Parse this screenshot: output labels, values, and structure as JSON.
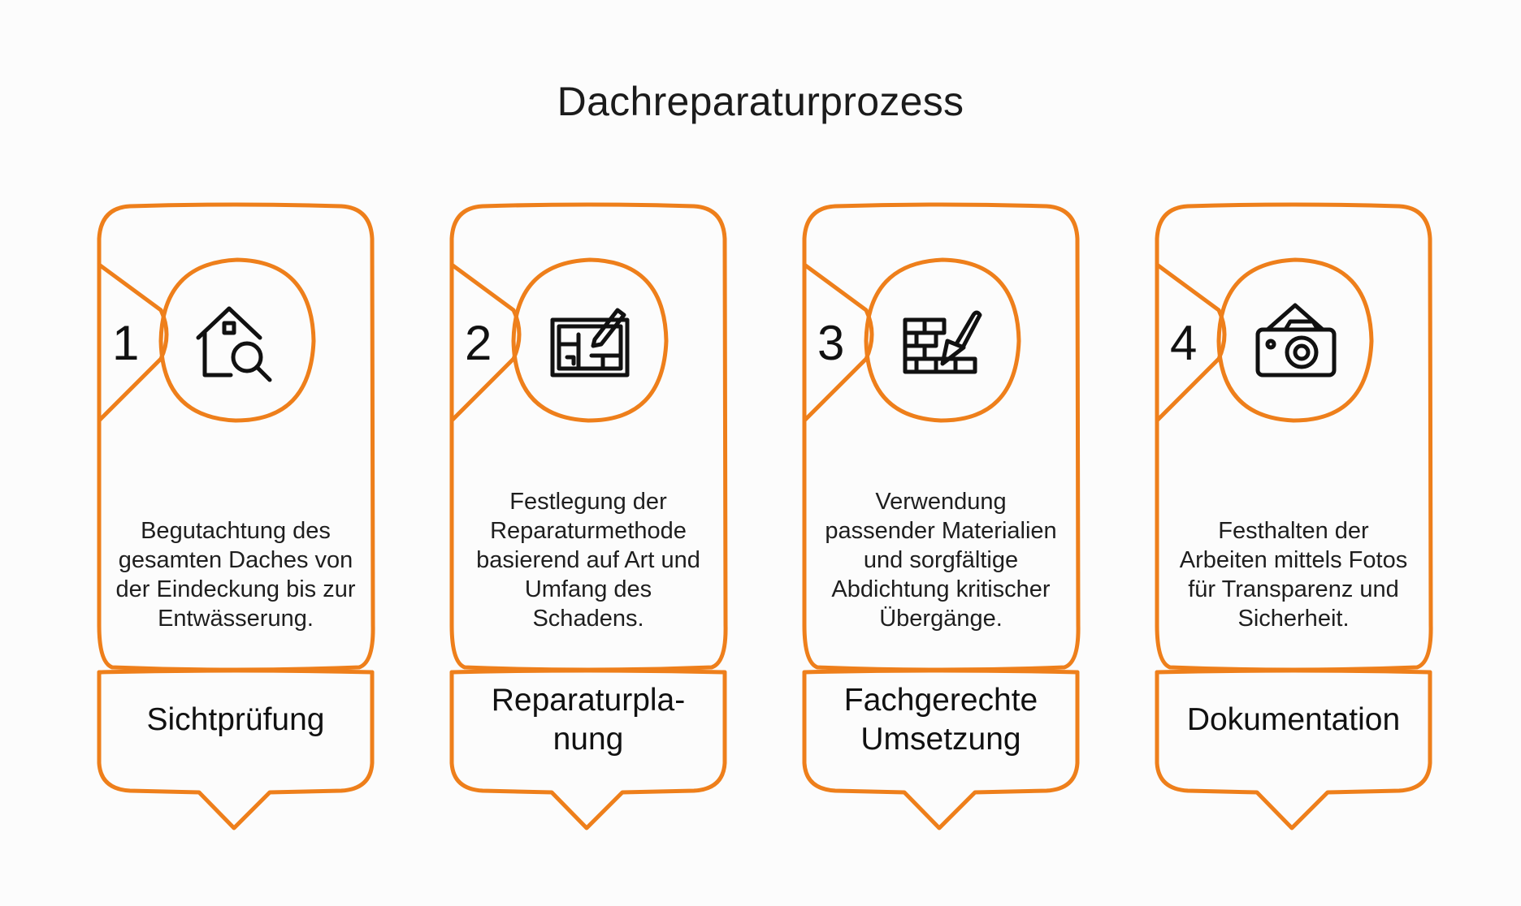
{
  "title": "Dachreparaturprozess",
  "accent_color": "#ee7f1b",
  "steps": [
    {
      "number": "1",
      "icon": "house-search-icon",
      "description": "Begutachtung des gesamten Daches von der Eindeckung bis zur Entwässerung.",
      "label": "Sichtprüfung"
    },
    {
      "number": "2",
      "icon": "blueprint-pencil-icon",
      "description": "Festlegung der Reparaturmethode basierend auf Art und Umfang des Schadens.",
      "label": "Reparaturpla-\nnung"
    },
    {
      "number": "3",
      "icon": "bricks-trowel-icon",
      "description": "Verwendung passender Materialien und sorgfältige Abdichtung kritischer Übergänge.",
      "label": "Fachgerechte Umsetzung"
    },
    {
      "number": "4",
      "icon": "camera-house-icon",
      "description": "Festhalten der Arbeiten mittels Fotos für Transparenz und Sicherheit.",
      "label": "Dokumentation"
    }
  ]
}
